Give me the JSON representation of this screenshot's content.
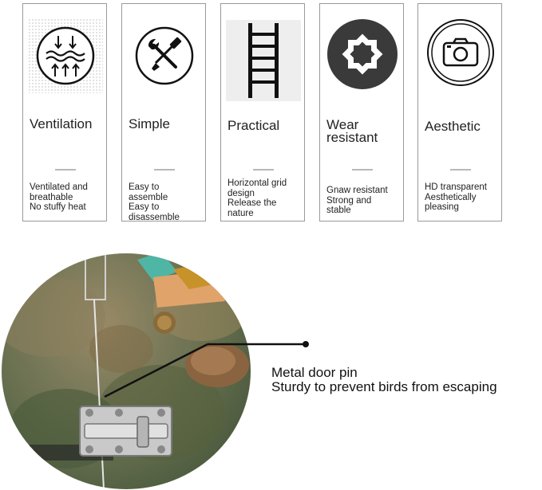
{
  "features": [
    {
      "icon": "airflow-icon",
      "title": "Ventilation",
      "lines": [
        "Ventilated and",
        "breathable",
        "No stuffy heat"
      ]
    },
    {
      "icon": "wrench-screwdriver-icon",
      "title": "Simple",
      "lines": [
        "Easy to",
        "assemble",
        "Easy to",
        "disassemble"
      ]
    },
    {
      "icon": "ladder-icon",
      "title": "Practical",
      "lines": [
        "Horizontal grid",
        "design",
        "Release the",
        "nature"
      ]
    },
    {
      "icon": "octagram-icon",
      "title_lines": [
        "Wear",
        "resistant"
      ],
      "lines": [
        "Gnaw resistant",
        "Strong and",
        "stable"
      ]
    },
    {
      "icon": "camera-icon",
      "title": "Aesthetic",
      "lines": [
        "HD transparent",
        "Aesthetically",
        "pleasing"
      ]
    }
  ],
  "callout": {
    "line1": "Metal door pin",
    "line2": "Sturdy to prevent birds from escaping"
  }
}
